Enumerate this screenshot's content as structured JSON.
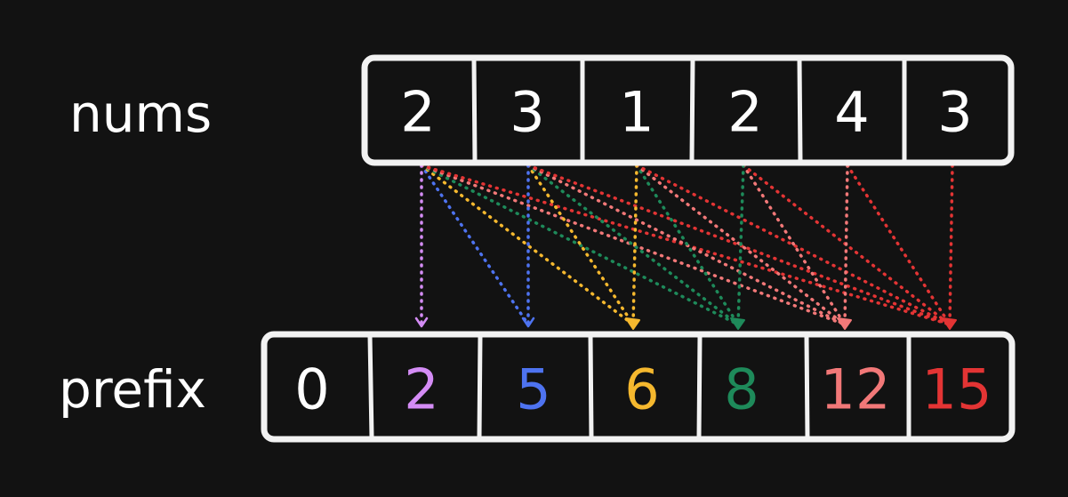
{
  "labels": {
    "nums": "nums",
    "prefix": "prefix"
  },
  "nums": [
    "2",
    "3",
    "1",
    "2",
    "4",
    "3"
  ],
  "prefix": [
    "0",
    "2",
    "5",
    "6",
    "8",
    "12",
    "15"
  ],
  "colors": {
    "background": "#121212",
    "border": "#f2f2f2",
    "nums_text": "#ffffff",
    "prefix_text": [
      "#ffffff",
      "#d48cf5",
      "#4e73f0",
      "#f5b82e",
      "#1e8a5a",
      "#f27878",
      "#e33434"
    ],
    "arrow_colors": [
      "#d48cf5",
      "#4e73f0",
      "#f5b82e",
      "#1e8a5a",
      "#f27878",
      "#e33434"
    ]
  }
}
